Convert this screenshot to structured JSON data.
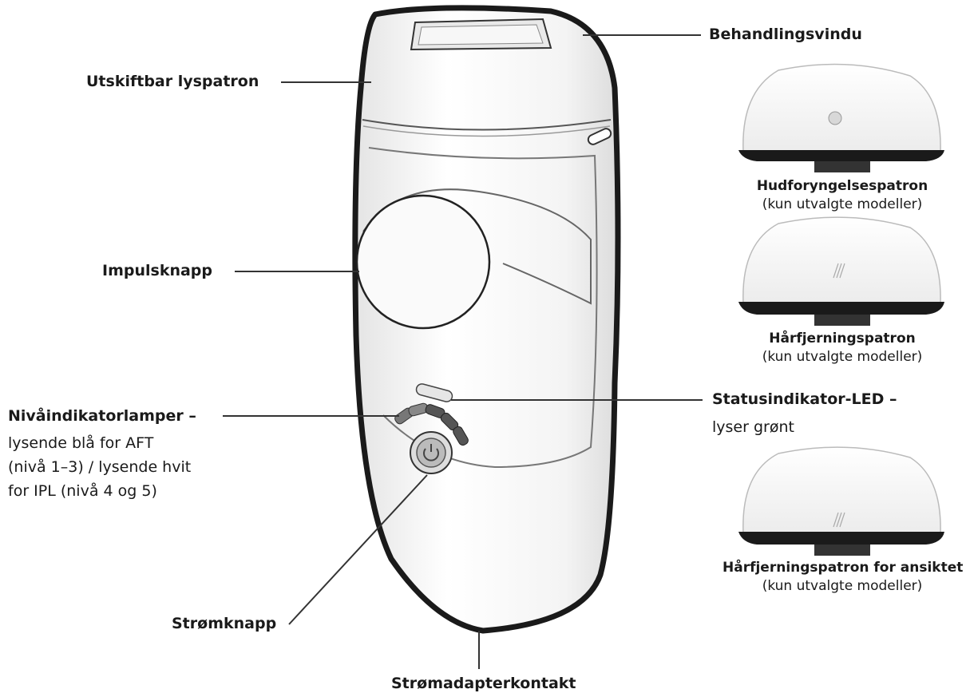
{
  "labels": {
    "cartridge": "Utskiftbar lyspatron",
    "window": "Behandlingsvindu",
    "pulse": "Impulsknapp",
    "level_title": "Nivåindikatorlamper –",
    "level_line1": "lysende blå for AFT",
    "level_line2": "(nivå 1–3) / lysende hvit",
    "level_line3": "for IPL (nivå 4 og 5)",
    "status_title": "Statusindikator-LED –",
    "status_line1": "lyser grønt",
    "power": "Strømknapp",
    "adapter": "Strømadapterkontakt"
  },
  "attachments": [
    {
      "title": "Hudforyngelsespatron",
      "subtitle": "(kun utvalgte modeller)"
    },
    {
      "title": "Hårfjerningspatron",
      "subtitle": "(kun utvalgte modeller)"
    },
    {
      "title": "Hårfjerningspatron for ansiktet",
      "subtitle": "(kun utvalgte modeller)"
    }
  ],
  "colors": {
    "outline": "#1a1a1a",
    "body": "#f7f7f7",
    "leader": "#333333"
  }
}
